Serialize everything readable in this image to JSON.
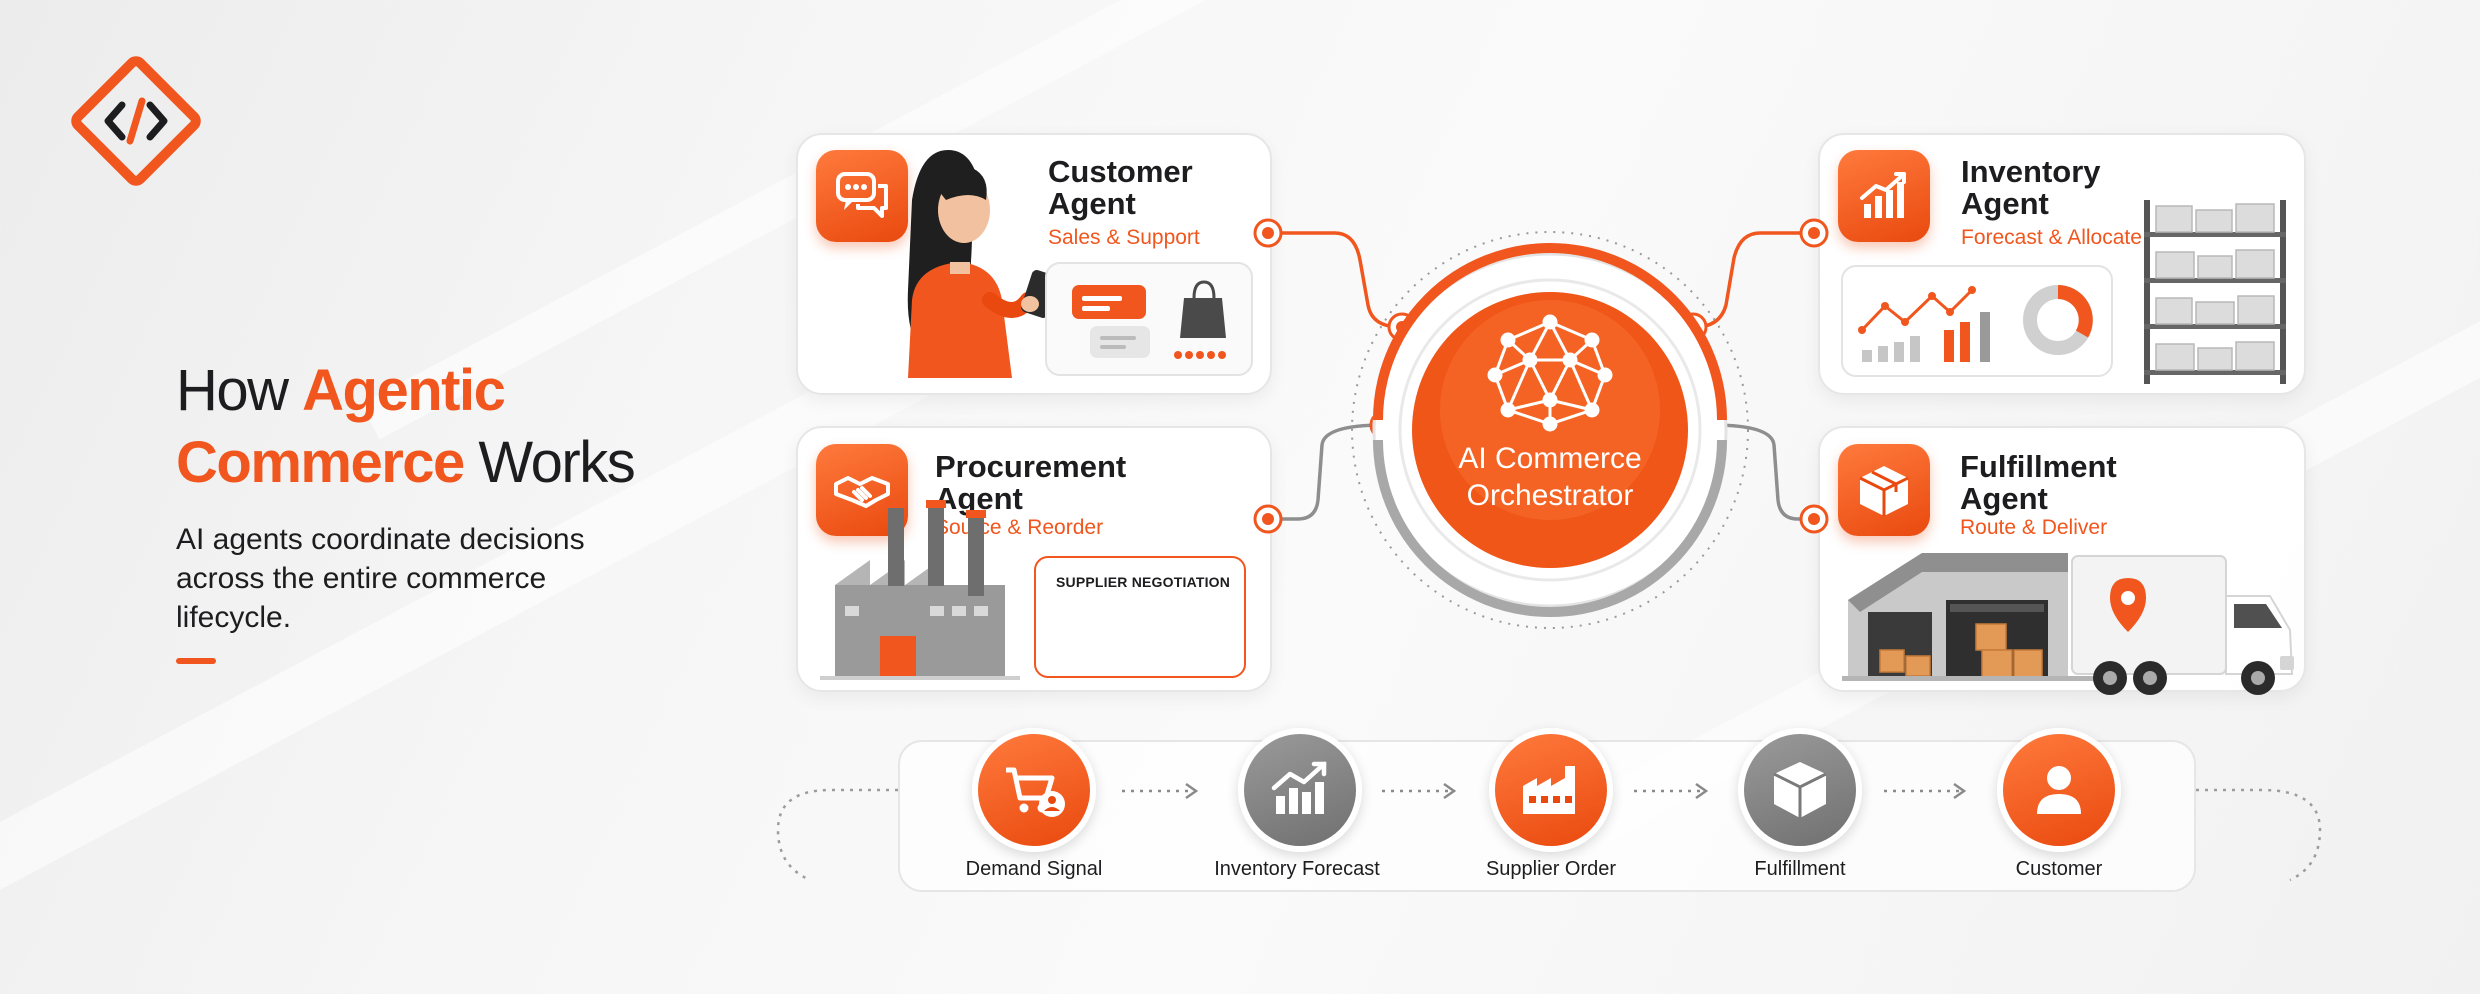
{
  "headline": {
    "line1_plain": "How ",
    "line1_accent": "Agentic",
    "line2_accent": "Commerce",
    "line2_plain": " Works"
  },
  "subtitle": "AI agents coordinate decisions across the entire commerce lifecycle.",
  "orchestrator": {
    "line1": "AI Commerce",
    "line2": "Orchestrator"
  },
  "agents": {
    "customer": {
      "title1": "Customer",
      "title2": "Agent",
      "subtitle": "Sales & Support"
    },
    "procurement": {
      "title1": "Procurement",
      "title2": "Agent",
      "subtitle": "Source & Reorder",
      "panel_label": "SUPPLIER NEGOTIATION"
    },
    "inventory": {
      "title1": "Inventory",
      "title2": "Agent",
      "subtitle": "Forecast & Allocate"
    },
    "fulfillment": {
      "title1": "Fulfillment",
      "title2": "Agent",
      "subtitle": "Route & Deliver"
    }
  },
  "flow": [
    {
      "label": "Demand Signal",
      "icon": "cart-user-icon",
      "tone": "orange"
    },
    {
      "label": "Inventory Forecast",
      "icon": "bar-chart-icon",
      "tone": "gray"
    },
    {
      "label": "Supplier Order",
      "icon": "factory-icon",
      "tone": "orange"
    },
    {
      "label": "Fulfillment",
      "icon": "package-icon",
      "tone": "gray"
    },
    {
      "label": "Customer",
      "icon": "person-icon",
      "tone": "orange"
    }
  ],
  "colors": {
    "accent": "#f0561d",
    "accent_dark": "#e9490e",
    "gray": "#7a7a7a",
    "text": "#1d1d1f"
  }
}
